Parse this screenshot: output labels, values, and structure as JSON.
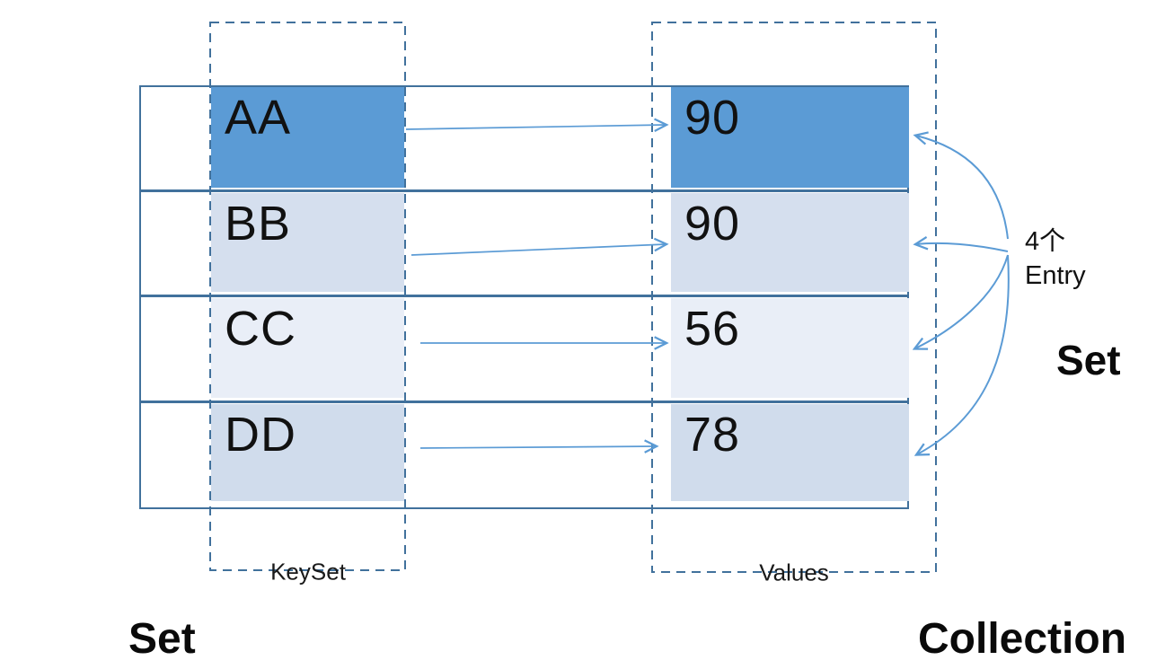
{
  "diagram": {
    "rows": [
      {
        "key": "AA",
        "value": "90"
      },
      {
        "key": "BB",
        "value": "90"
      },
      {
        "key": "CC",
        "value": "56"
      },
      {
        "key": "DD",
        "value": "78"
      }
    ],
    "keyset_label": "KeySet",
    "values_label": "Values",
    "entry_annotation": {
      "count": "4个",
      "label": "Entry"
    },
    "set_right_label": "Set",
    "set_bottom_label": "Set",
    "collection_label": "Collection"
  },
  "colors": {
    "row_fills": [
      "#5B9BD5",
      "#D5DFEE",
      "#E9EEF7",
      "#D0DCEC"
    ],
    "table_border": "#41719C",
    "dashed_box": "#41719C",
    "arrow": "#5B9BD5",
    "text": "#111111"
  }
}
